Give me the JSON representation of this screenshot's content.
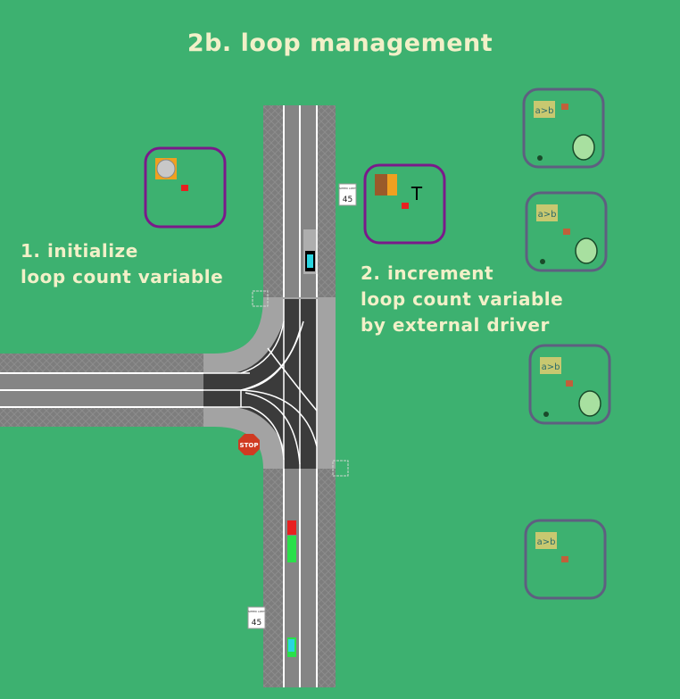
{
  "title": "2b. loop management",
  "step1": {
    "line1": "1. initialize",
    "line2": "loop count variable"
  },
  "step2": {
    "line1": "2. increment",
    "line2": "loop count variable",
    "line3": "by external driver"
  },
  "signs": {
    "stop": "STOP",
    "speed_limit_label": "SPEED LIMIT",
    "speed_limit_value": "45"
  },
  "condition_blocks": [
    {
      "label": "a>b"
    },
    {
      "label": "a>b"
    },
    {
      "label": "a>b"
    },
    {
      "label": "a>b"
    }
  ],
  "colors": {
    "background": "#3db170",
    "text": "#f2f0c8",
    "purple_box": "#7a1a8a",
    "gray_box": "#5e5f80"
  }
}
